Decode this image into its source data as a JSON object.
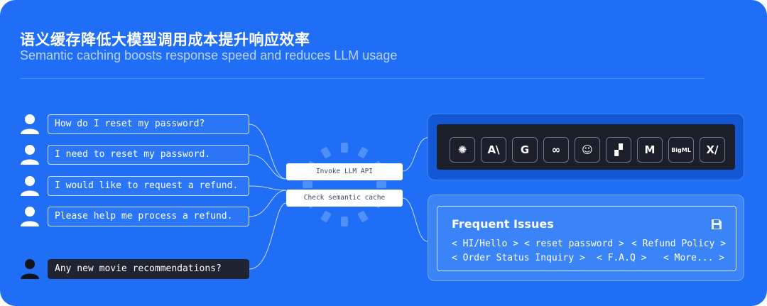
{
  "header": {
    "title": "语义缓存降低大模型调用成本提升响应效率",
    "subtitle": "Semantic caching boosts response speed and reduces LLM usage"
  },
  "queries": [
    {
      "text": "How do I reset my password?"
    },
    {
      "text": "I need to reset my password."
    },
    {
      "text": "I would like to request a refund."
    },
    {
      "text": "Please help me process a refund."
    },
    {
      "text": "Any new movie recommendations?"
    }
  ],
  "steps": {
    "invoke": "Invoke LLM API",
    "check": "Check semantic cache"
  },
  "llm_providers": [
    {
      "icon": "openai-icon",
      "glyph": "✺"
    },
    {
      "icon": "anthropic-icon",
      "glyph": "A\\"
    },
    {
      "icon": "google-icon",
      "glyph": "G"
    },
    {
      "icon": "meta-icon",
      "glyph": "∞"
    },
    {
      "icon": "hugging-face-icon",
      "glyph": "☺"
    },
    {
      "icon": "replicate-icon",
      "glyph": "▞"
    },
    {
      "icon": "mistral-icon",
      "glyph": "M"
    },
    {
      "icon": "bigml-icon",
      "glyph": "BigML"
    },
    {
      "icon": "xai-icon",
      "glyph": "X/"
    }
  ],
  "frequent": {
    "title": "Frequent Issues",
    "tags": [
      {
        "label": "< HI/Hello >"
      },
      {
        "label": "< reset password >"
      },
      {
        "label": "< Refund Policy >"
      },
      {
        "label": "< Order Status Inquiry >"
      },
      {
        "label": "< F.A.Q >"
      },
      {
        "label": "< More... >"
      }
    ]
  },
  "colors": {
    "background": "#1f6ef5",
    "dark": "#1b1f2a",
    "line": "#cfe0ff"
  }
}
